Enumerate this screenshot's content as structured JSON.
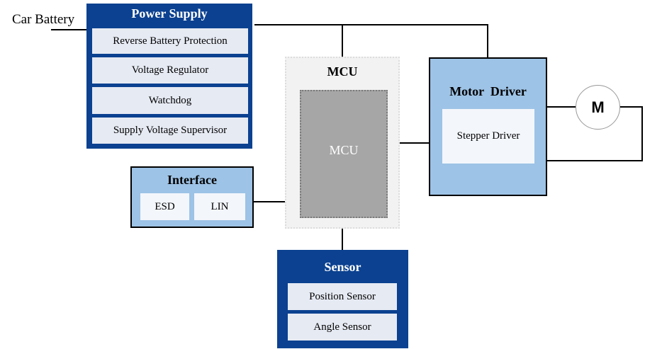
{
  "input_label": "Car Battery",
  "power_supply": {
    "title": "Power Supply",
    "items": [
      "Reverse Battery Protection",
      "Voltage Regulator",
      "Watchdog",
      "Supply Voltage Supervisor"
    ]
  },
  "mcu": {
    "outer_title": "MCU",
    "inner_label": "MCU"
  },
  "motor_driver": {
    "title": "Motor  Driver",
    "inner_label": "Stepper Driver"
  },
  "motor": {
    "label": "M"
  },
  "interface": {
    "title": "Interface",
    "items": [
      "ESD",
      "LIN"
    ]
  },
  "sensor": {
    "title": "Sensor",
    "items": [
      "Position Sensor",
      "Angle Sensor"
    ]
  },
  "colors": {
    "navy": "#0b4190",
    "light_blue": "#9dc3e6",
    "row": "#e6eaf3",
    "mcu_inner": "#a6a6a6",
    "mcu_outer": "#f2f2f2"
  }
}
